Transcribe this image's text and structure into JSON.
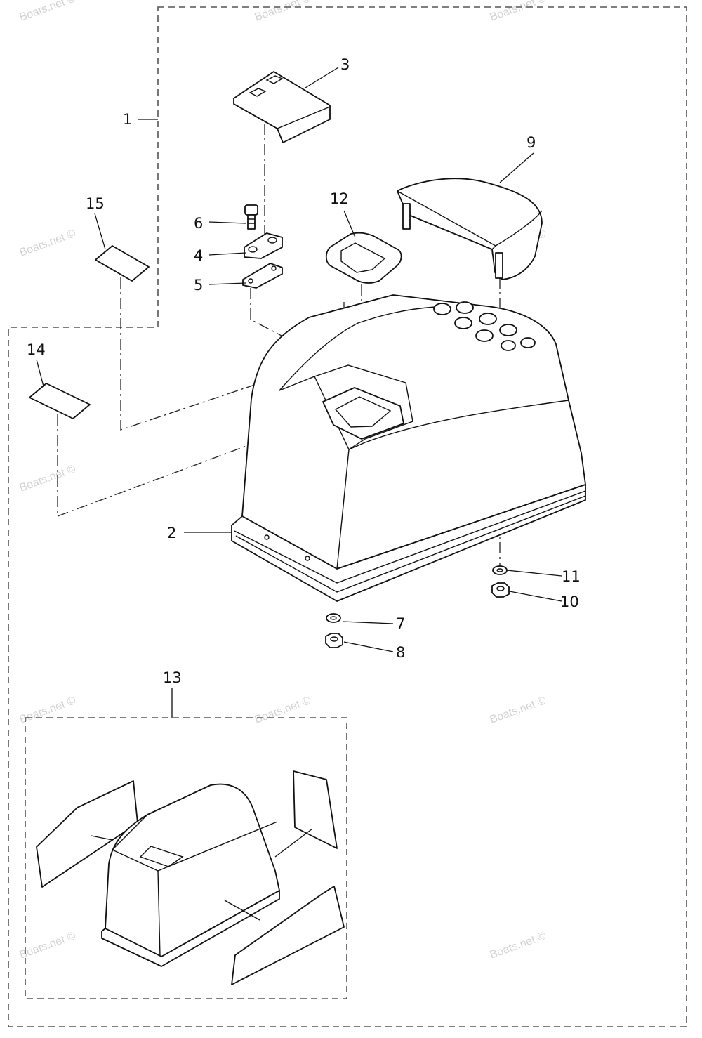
{
  "watermark": "Boats.net ©",
  "callouts": [
    "1",
    "2",
    "3",
    "4",
    "5",
    "6",
    "7",
    "8",
    "9",
    "10",
    "11",
    "12",
    "13",
    "14",
    "15"
  ]
}
